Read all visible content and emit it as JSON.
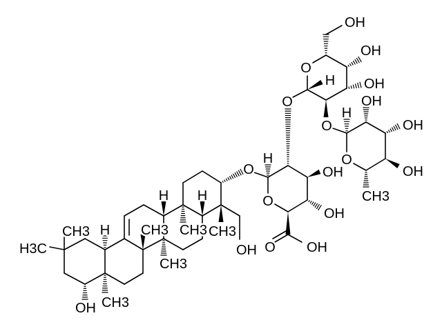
{
  "molecule": {
    "atom_labels": [
      "H3C",
      "CH3",
      "H",
      "CH3",
      "OH",
      "CH3",
      "CH3",
      "CH3",
      "H",
      "H",
      "CH3",
      "OH",
      "O",
      "H",
      "OH",
      "OH",
      "O",
      "OH",
      "O",
      "O",
      "O",
      "H",
      "OH",
      "OH",
      "OH",
      "O",
      "H",
      "O",
      "OH",
      "OH",
      "OH",
      "CH3"
    ],
    "colors": {
      "bond": "#000000",
      "background": "#ffffff"
    }
  }
}
